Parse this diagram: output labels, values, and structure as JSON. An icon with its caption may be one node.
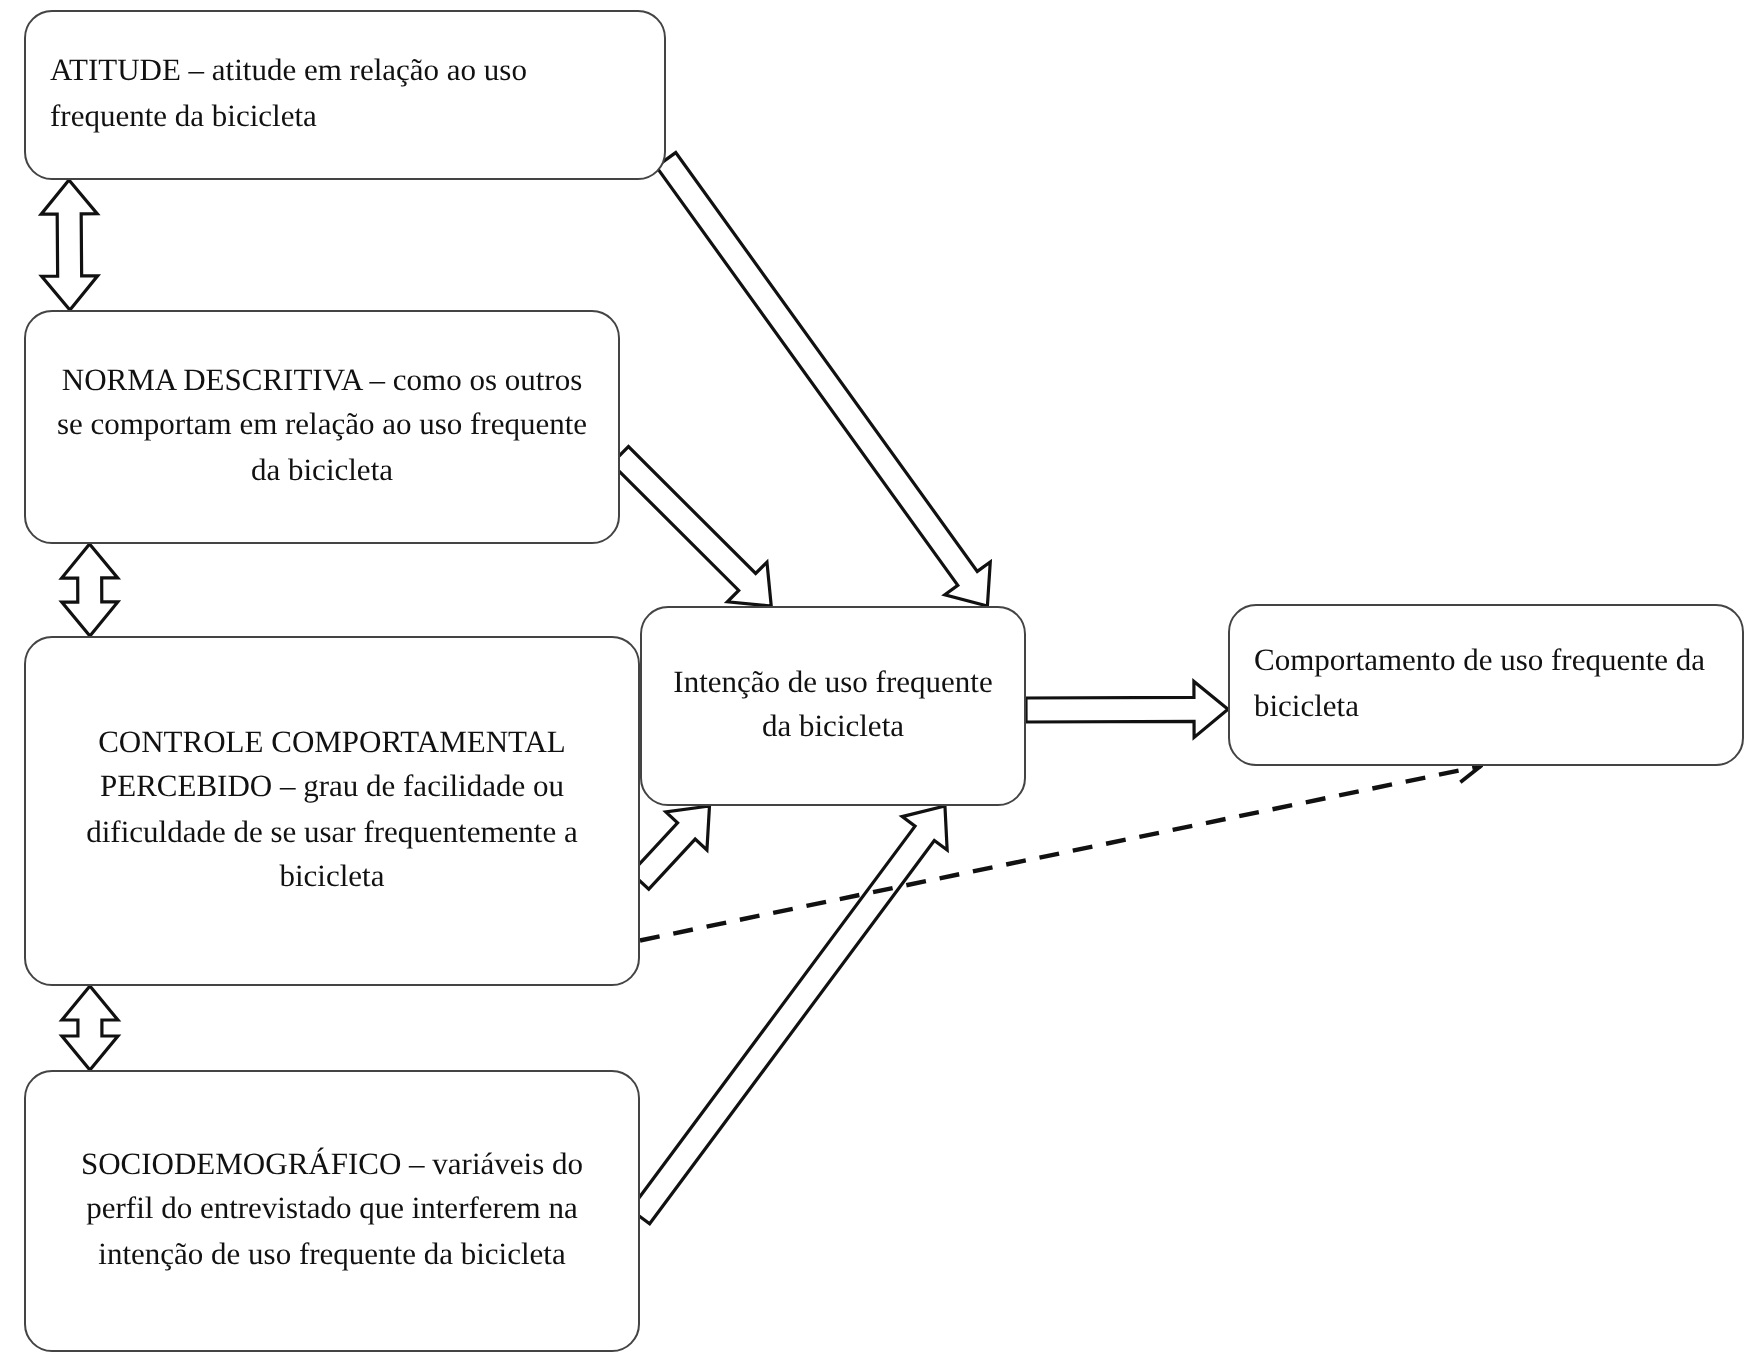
{
  "diagram": {
    "nodes": [
      {
        "text": [
          "ATITUDE – atitude em relação ao uso  frequente da bicicleta"
        ]
      },
      {
        "text": [
          "NORMA DESCRITIVA – como os outros se comportam em relação ao uso frequente da bicicleta"
        ]
      },
      {
        "text": [
          "CONTROLE COMPORTAMENTAL PERCEBIDO – grau de facilidade ou dificuldade de se usar frequentemente  a bicicleta"
        ]
      },
      {
        "text": [
          "SOCIODEMOGRÁFICO – variáveis do perfil do entrevistado que interferem na intenção de uso frequente da bicicleta"
        ]
      },
      {
        "text": [
          "Intenção de uso frequente da bicicleta"
        ]
      },
      {
        "text": [
          "Comportamento  de uso frequente  da bicicleta"
        ]
      }
    ],
    "edges": [
      {
        "from": 0,
        "to": 1,
        "arrow": "both"
      },
      {
        "from": 1,
        "to": 2,
        "arrow": "both"
      },
      {
        "from": 2,
        "to": 3,
        "arrow": "both"
      },
      {
        "from": 0,
        "to": 4,
        "arrow": "to"
      },
      {
        "from": 1,
        "to": 4,
        "arrow": "to"
      },
      {
        "from": 2,
        "to": 4,
        "arrow": "to"
      },
      {
        "from": 3,
        "to": 4,
        "arrow": "to"
      },
      {
        "from": 4,
        "to": 5,
        "arrow": "to"
      },
      {
        "from": 2,
        "to": 5,
        "arrow": "to",
        "style": "dashed"
      }
    ]
  }
}
